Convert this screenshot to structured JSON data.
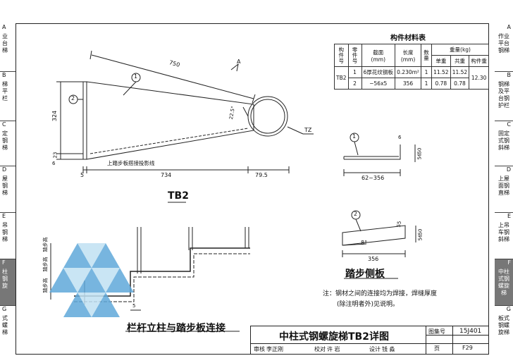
{
  "left_tabs": [
    {
      "letter": "A",
      "lines": [
        "业",
        "台",
        "梯"
      ]
    },
    {
      "letter": "B",
      "lines": [
        "梯",
        "平",
        "栏"
      ]
    },
    {
      "letter": "C",
      "lines": [
        "定",
        "钢",
        "梯"
      ]
    },
    {
      "letter": "D",
      "lines": [
        "屋",
        "钢",
        "梯"
      ]
    },
    {
      "letter": "E",
      "lines": [
        "吊",
        "钢",
        "梯"
      ]
    },
    {
      "letter": "F",
      "lines": [
        "柱",
        "钢",
        "旋"
      ]
    },
    {
      "letter": "G",
      "lines": [
        "式",
        "螺",
        "梯"
      ]
    }
  ],
  "right_tabs": [
    {
      "letter": "A",
      "lines": [
        "作业",
        "平台",
        "钢梯"
      ]
    },
    {
      "letter": "B",
      "lines": [
        "钢梯",
        "及平",
        "台钢",
        "护栏"
      ]
    },
    {
      "letter": "C",
      "lines": [
        "固定",
        "式钢",
        "斜梯"
      ]
    },
    {
      "letter": "D",
      "lines": [
        "上屋",
        "面钢",
        "直梯"
      ]
    },
    {
      "letter": "E",
      "lines": [
        "上吊",
        "车钢",
        "斜梯"
      ]
    },
    {
      "letter": "F",
      "lines": [
        "中柱",
        "式钢",
        "螺旋",
        "梯"
      ]
    },
    {
      "letter": "G",
      "lines": [
        "板式",
        "钢螺",
        "旋梯"
      ]
    }
  ],
  "material_table": {
    "title": "构件材料表",
    "headers": {
      "member_no": "构件号",
      "part_no": "零件号",
      "section": "截面",
      "section_unit": "(mm)",
      "length": "长度",
      "length_unit": "(mm)",
      "qty": "数量",
      "weight": "重量(kg)",
      "unit_weight": "单重",
      "total_weight": "共重",
      "member_weight": "构件重"
    },
    "member": "TB2",
    "rows": [
      {
        "no": "1",
        "section": "6厚花纹钢板",
        "length": "0.230m²",
        "qty": "1",
        "unit": "11.52",
        "total": "11.52"
      },
      {
        "no": "2",
        "section": "−56x5",
        "length": "356",
        "qty": "1",
        "unit": "0.78",
        "total": "0.78"
      }
    ],
    "member_total": "12.30"
  },
  "tb2": {
    "label": "TB2",
    "dims": {
      "top": "750",
      "bottom": "734",
      "right_bottom": "79.5",
      "left_height": "324",
      "left_small": "23",
      "left_six": "6",
      "left_five": "5",
      "angle": "22.5°",
      "arrow": "A"
    },
    "callouts": [
      "1",
      "2"
    ],
    "tz": "TZ",
    "hatch_note": "上踏步板搭接投影线"
  },
  "side_plate": {
    "label": "踏步侧板",
    "part1": {
      "no": "1",
      "dim_h": "50",
      "dim_h2": "56",
      "dim_w": "62~356",
      "dim_top": "6"
    },
    "part2": {
      "no": "2",
      "dim_h": "50",
      "dim_h2": "56",
      "dim_w": "356",
      "angle": "8°",
      "dim_tip": "55"
    }
  },
  "railing": {
    "label": "栏杆立柱与踏步板连接",
    "tags": [
      "踏步高",
      "踏步高",
      "踏步高"
    ],
    "weld": "5"
  },
  "note": {
    "line1": "注：钢材之间的连接均为焊接，焊缝厚度",
    "line2": "(除注明者外)见说明。"
  },
  "title_block": {
    "title": "中柱式钢螺旋梯TB2详图",
    "atlas_label": "图集号",
    "atlas_no": "15J401",
    "page_label": "页",
    "page_no": "F29",
    "review_label": "审核",
    "review_name": "李正刚",
    "check_label": "校对",
    "check_name": "许 岩",
    "design_label": "设计",
    "design_name": "钱 淼"
  },
  "colors": {
    "triangle": "#5fa8d9",
    "triangle_light": "#bfe0f2",
    "active_tab": "#777777"
  }
}
